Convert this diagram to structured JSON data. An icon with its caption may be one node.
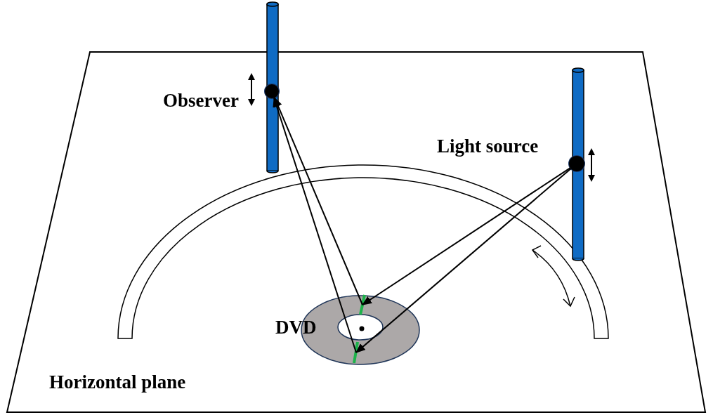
{
  "diagram": {
    "nodes": [
      {
        "text": [],
        "shape": "circle",
        "beside": [
          "Observer"
        ]
      },
      {
        "text": [],
        "shape": "circle",
        "beside": [
          "Light source"
        ]
      },
      {
        "text": [],
        "shape": "circle",
        "beside": [
          "DVD"
        ]
      },
      {
        "text": [],
        "shape": "bar",
        "in": 2
      },
      {
        "text": [],
        "shape": "bar",
        "in": 2
      }
    ],
    "edges": [
      {
        "from": 1,
        "to": 3,
        "arrow": "to"
      },
      {
        "from": 1,
        "to": 4,
        "arrow": "to"
      },
      {
        "from": 3,
        "to": 0,
        "arrow": "to"
      },
      {
        "from": 4,
        "to": 0,
        "arrow": "to"
      }
    ],
    "labels": [
      "Horizontal plane"
    ]
  }
}
